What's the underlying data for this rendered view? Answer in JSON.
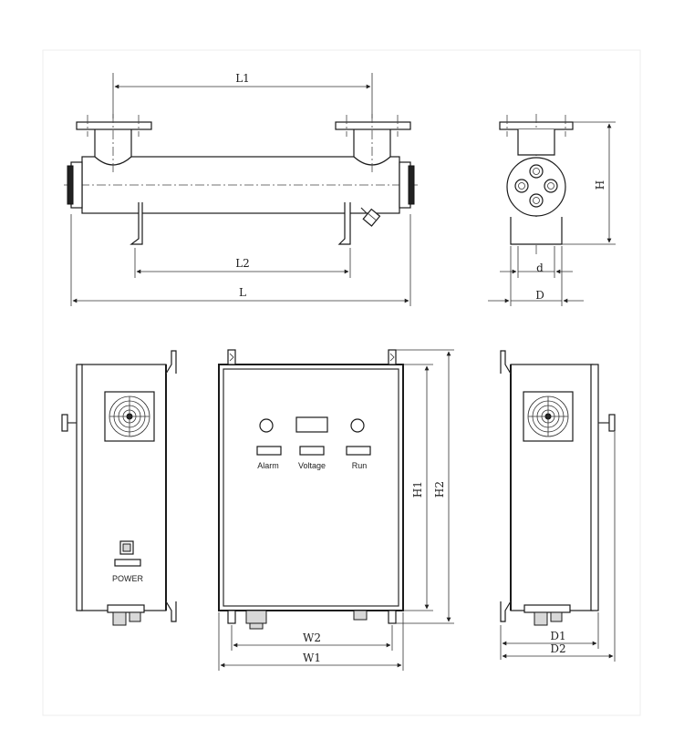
{
  "dimensions": {
    "top_view": {
      "L1": "L1",
      "L2": "L2",
      "L": "L"
    },
    "end_view": {
      "H": "H",
      "d": "d",
      "D": "D"
    },
    "front_view": {
      "H1": "H1",
      "H2": "H2",
      "W2": "W2",
      "W1": "W1"
    },
    "right_side_view": {
      "D1": "D1",
      "D2": "D2"
    }
  },
  "control_panel": {
    "indicators": [
      "Alarm",
      "Voltage",
      "Run"
    ]
  },
  "side_panel": {
    "switch_label": "POWER"
  }
}
